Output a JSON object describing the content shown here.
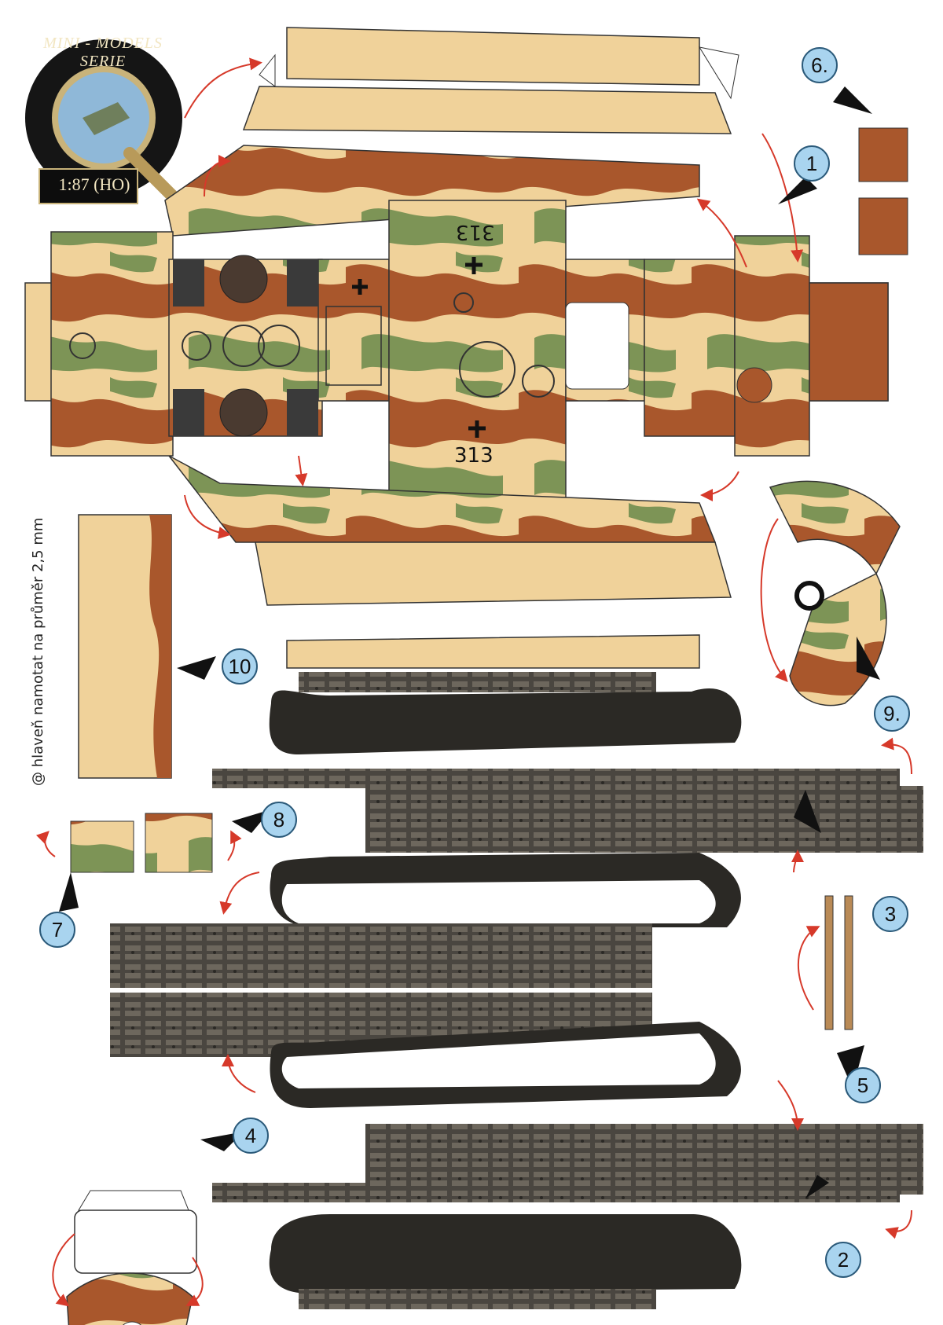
{
  "logo": {
    "title": "MINI - MODELS SERIE",
    "scale": "1:87 (HO)"
  },
  "barrel_note": "@ hlaveň namotat na průměr 2,5 mm",
  "hull_numbers": [
    "313",
    "313"
  ],
  "part_numbers": [
    "1",
    "2",
    "3",
    "4",
    "5",
    "6.",
    "7",
    "8",
    "9.",
    "10"
  ],
  "colors": {
    "sand": "#f0d29a",
    "brown": "#a9572c",
    "green": "#7d9456",
    "track": "#4a4640",
    "badge": "#a9d4ef",
    "arrow": "#d6392a"
  }
}
